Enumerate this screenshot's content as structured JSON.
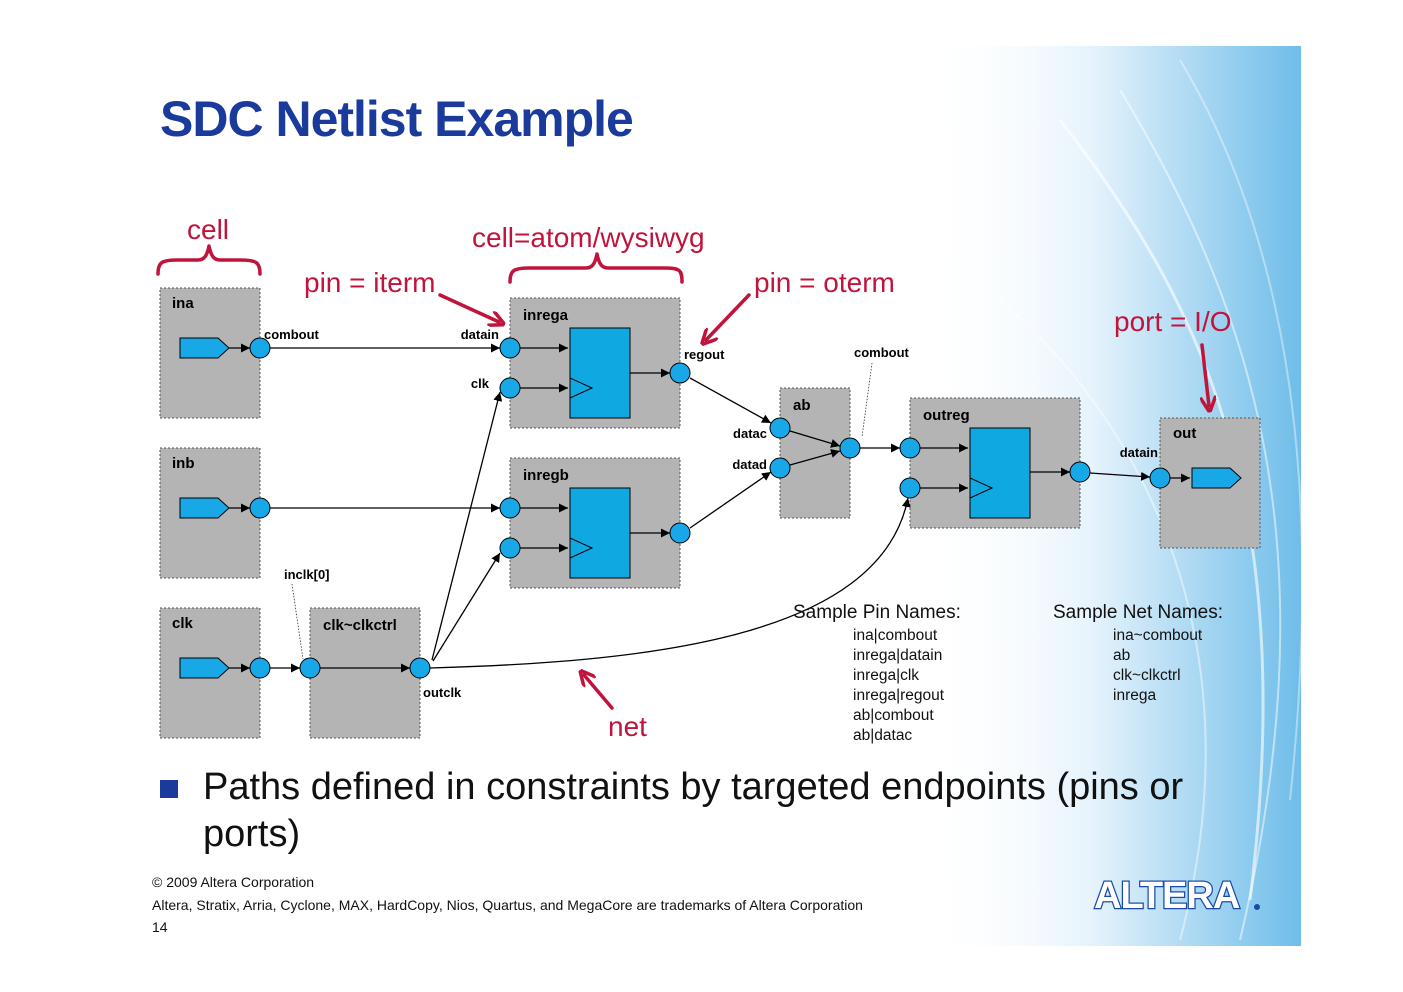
{
  "slide": {
    "title": "SDC Netlist Example",
    "bullet": "Paths defined in constraints by targeted endpoints (pins or ports)",
    "footer_copyright": "© 2009 Altera Corporation",
    "footer_trademarks": "Altera, Stratix, Arria, Cyclone, MAX, HardCopy, Nios, Quartus, and MegaCore are trademarks of Altera Corporation",
    "page_number": "14",
    "logo_text": "ALTERA"
  },
  "colors": {
    "title": "#1a3a9c",
    "annotation": "#c0143c",
    "cell_fill": "#b4b4b4",
    "pin_fill": "#18a8e8",
    "register_fill": "#10a8e0"
  },
  "annotations": {
    "cell": "cell",
    "cell_atom": "cell=atom/wysiwyg",
    "pin_iterm": "pin = iterm",
    "pin_oterm": "pin = oterm",
    "port_io": "port = I/O",
    "net": "net"
  },
  "cells": {
    "ina": "ina",
    "inb": "inb",
    "clk": "clk",
    "clkctrl": "clk~clkctrl",
    "inrega": "inrega",
    "inregb": "inregb",
    "ab": "ab",
    "outreg": "outreg",
    "out": "out"
  },
  "pin_labels": {
    "combout_ina": "combout",
    "datain_inrega": "datain",
    "clk_inrega": "clk",
    "regout": "regout",
    "combout_ab": "combout",
    "datac": "datac",
    "datad": "datad",
    "datain_out": "datain",
    "inclk": "inclk[0]",
    "outclk": "outclk"
  },
  "samples": {
    "pin_heading": "Sample Pin Names:",
    "pin_names": [
      "ina|combout",
      "inrega|datain",
      "inrega|clk",
      "inrega|regout",
      "ab|combout",
      "ab|datac"
    ],
    "net_heading": "Sample Net Names:",
    "net_names": [
      "ina~combout",
      "ab",
      "clk~clkctrl",
      "inrega"
    ]
  }
}
